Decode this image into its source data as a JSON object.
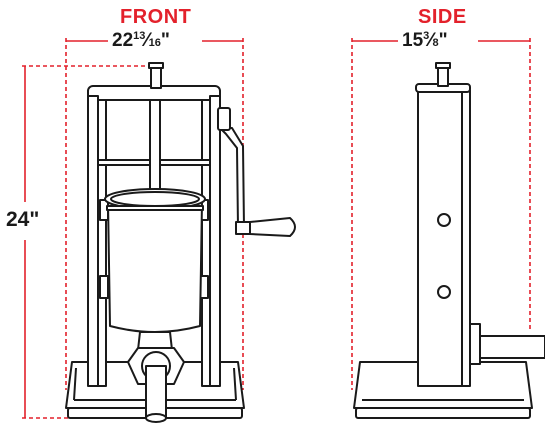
{
  "views": {
    "front": {
      "title": "FRONT",
      "width": {
        "whole": "22",
        "numerator": "13",
        "denominator": "16",
        "unit": "\""
      },
      "height": {
        "whole": "24",
        "unit": "\""
      }
    },
    "side": {
      "title": "SIDE",
      "width": {
        "whole": "15",
        "numerator": "3",
        "denominator": "8",
        "unit": "\""
      }
    }
  },
  "colors": {
    "accent": "#e3212b",
    "line": "#1a1a1a",
    "fill": "#ffffff"
  }
}
